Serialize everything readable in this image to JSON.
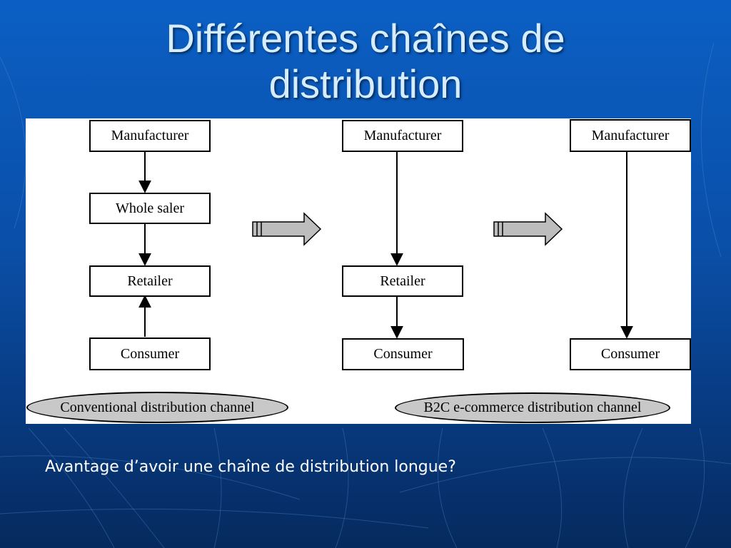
{
  "slide": {
    "title_line1": "Différentes chaînes de",
    "title_line2": "distribution",
    "question": "Avantage d’avoir une chaîne de distribution longue?"
  },
  "diagram": {
    "conventional": {
      "nodes": [
        "Manufacturer",
        "Whole saler",
        "Retailer",
        "Consumer"
      ]
    },
    "intermediate": {
      "nodes": [
        "Manufacturer",
        "Retailer",
        "Consumer"
      ]
    },
    "direct": {
      "nodes": [
        "Manufacturer",
        "Consumer"
      ]
    },
    "labels": {
      "conventional": "Conventional distribution channel",
      "b2c": "B2C e-commerce distribution channel"
    }
  },
  "colors": {
    "background": "#0a4fa8",
    "title": "#d6ecff",
    "transition_arrow": "#bdbdbd"
  }
}
